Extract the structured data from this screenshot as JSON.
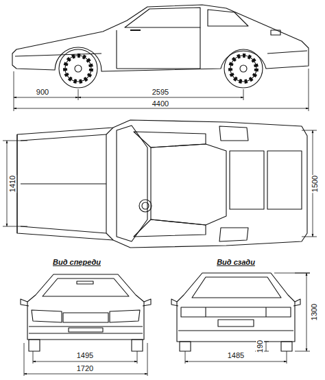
{
  "diagram": {
    "labels": [
      "900",
      "2595",
      "4400",
      "1410",
      "1500",
      "Вид спереди",
      "Вид сзади",
      "1495",
      "1720",
      "1485",
      "190",
      "1300"
    ]
  }
}
